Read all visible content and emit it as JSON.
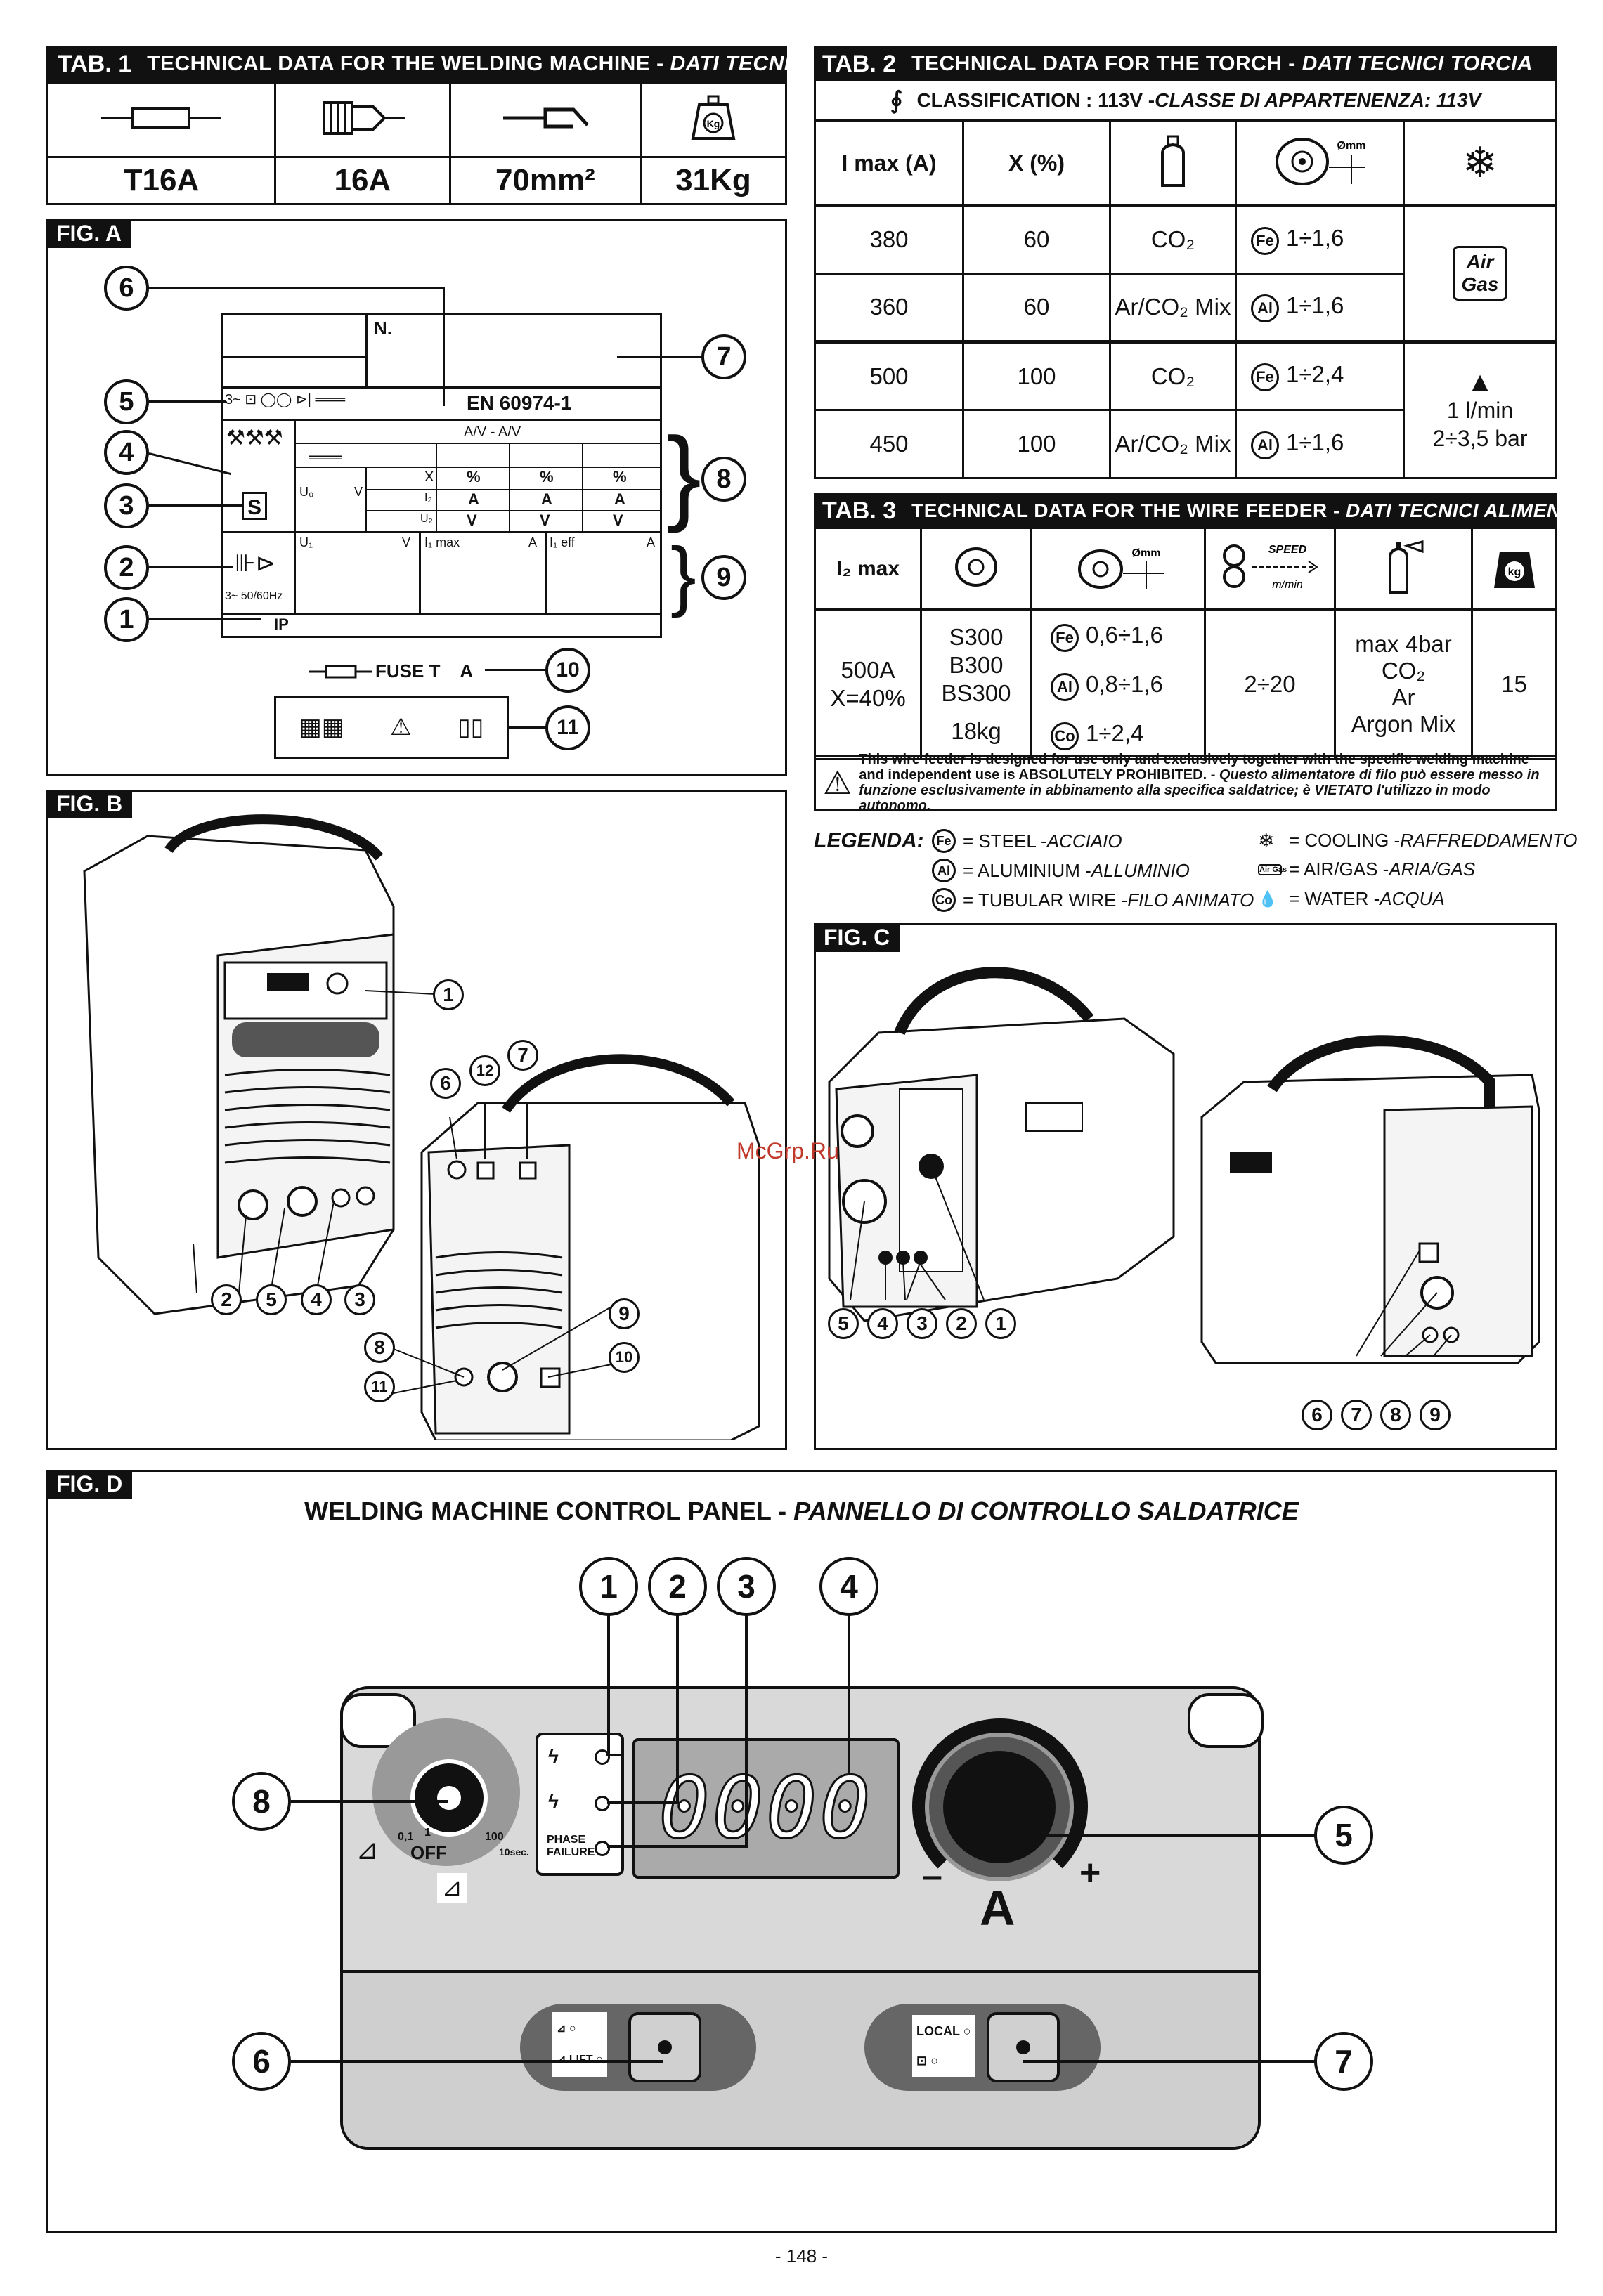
{
  "tab1": {
    "num": "TAB. 1",
    "title": "TECHNICAL DATA FOR THE WELDING MACHINE - ",
    "title_it": "DATI TECNICI SALDATRICE",
    "values": [
      "T16A",
      "16A",
      "70mm²",
      "31Kg"
    ],
    "icons": [
      "fuse-icon",
      "plug-icon",
      "cable-section-icon",
      "weight-icon"
    ]
  },
  "tab2": {
    "num": "TAB. 2",
    "title": "TECHNICAL DATA FOR THE TORCH - ",
    "title_it": "DATI TECNICI TORCIA",
    "classification": "CLASSIFICATION : 113V - ",
    "classification_it": "CLASSE DI APPARTENENZA: 113V",
    "headers": [
      "I max (A)",
      "X (%)"
    ],
    "rows": [
      {
        "imax": "380",
        "x": "60",
        "gas": "CO₂",
        "wire": "1÷1,6",
        "wire_mat": "Fe"
      },
      {
        "imax": "360",
        "x": "60",
        "gas": "Ar/CO₂ Mix",
        "wire": "1÷1,6",
        "wire_mat": "Al"
      },
      {
        "imax": "500",
        "x": "100",
        "gas": "CO₂",
        "wire": "1÷2,4",
        "wire_mat": "Fe"
      },
      {
        "imax": "450",
        "x": "100",
        "gas": "Ar/CO₂ Mix",
        "wire": "1÷1,6",
        "wire_mat": "Al"
      }
    ],
    "air_gas": [
      "Air",
      "Gas"
    ],
    "water": [
      "1 l/min",
      "2÷3,5 bar"
    ],
    "diam_label": "Ømm"
  },
  "tab3": {
    "num": "TAB. 3",
    "title": "TECHNICAL DATA FOR THE WIRE FEEDER - ",
    "title_it": "DATI TECNICI ALIMENTATORE DI FILO",
    "i2max": "I₂ max",
    "speed": "SPEED",
    "speed_unit": "m/min",
    "diam_label": "Ømm",
    "current": [
      "500A",
      "X=40%"
    ],
    "spools": [
      "S300",
      "B300",
      "BS300",
      "18kg"
    ],
    "wires": [
      {
        "mat": "Fe",
        "val": "0,6÷1,6"
      },
      {
        "mat": "Al",
        "val": "0,8÷1,6"
      },
      {
        "mat": "Co",
        "val": "1÷2,4"
      }
    ],
    "speed_range": "2÷20",
    "gas": [
      "max 4bar",
      "CO₂",
      "Ar",
      "Argon Mix"
    ],
    "weight": "15",
    "warning_en": "This wire feeder is designed for use only and exclusively together with the specific welding machine and independent use is ABSOLUTELY PROHIBITED. - ",
    "warning_it": "Questo alimentatore di filo può essere messo in funzione esclusivamente in abbinamento alla specifica saldatrice; è VIETATO l'utilizzo in modo autonomo."
  },
  "legend": {
    "title": "LEGENDA:",
    "items": [
      {
        "sym": "Fe",
        "en": "= STEEL - ",
        "it": "ACCIAIO"
      },
      {
        "sym": "Al",
        "en": "= ALUMINIUM - ",
        "it": "ALLUMINIO"
      },
      {
        "sym": "Co",
        "en": "= TUBULAR WIRE - ",
        "it": "FILO ANIMATO"
      },
      {
        "sym": "❄",
        "en": "= COOLING - ",
        "it": "RAFFREDDAMENTO"
      },
      {
        "sym": "Air Gas",
        "en": "= AIR/GAS - ",
        "it": "ARIA/GAS"
      },
      {
        "sym": "💧",
        "en": "= WATER - ",
        "it": "ACQUA"
      }
    ]
  },
  "figA": {
    "tag": "FIG. A",
    "n_label": "N.",
    "standard": "EN 60974-1",
    "av": "A/V - A/V",
    "x": "X",
    "pct": "%",
    "u0": "U₀",
    "v": "V",
    "i2": "I₂",
    "u2": "U₂",
    "a": "A",
    "u1": "U₁",
    "i1max": "I₁ max",
    "i1eff": "I₁ eff",
    "supply": "3~ 50/60Hz",
    "ip": "IP",
    "s": "S",
    "fuse": "FUSE T    A",
    "callouts": [
      "6",
      "7",
      "5",
      "4",
      "8",
      "3",
      "2",
      "9",
      "1",
      "10",
      "11"
    ]
  },
  "figB": {
    "tag": "FIG. B",
    "callouts": [
      "1",
      "6",
      "12",
      "7",
      "2",
      "5",
      "4",
      "3",
      "9",
      "8",
      "10",
      "11"
    ]
  },
  "figC": {
    "tag": "FIG. C",
    "watermark": "McGrp.Ru",
    "callouts": [
      "5",
      "4",
      "3",
      "2",
      "1",
      "6",
      "7",
      "8",
      "9"
    ]
  },
  "figD": {
    "tag": "FIG. D",
    "title": "WELDING MACHINE CONTROL PANEL - ",
    "title_it": "PANNELLO DI CONTROLLO SALDATRICE",
    "display": "0000",
    "phase": [
      "PHASE",
      "FAILURE"
    ],
    "knob_labels": {
      "min": "0,1",
      "one": "1",
      "max": "100",
      "off": "OFF",
      "sec": "10sec."
    },
    "minus": "–",
    "plus": "+",
    "unit": "A",
    "lift": "LIFT",
    "local": "LOCAL",
    "callouts": [
      "1",
      "2",
      "3",
      "4",
      "8",
      "5",
      "6",
      "7"
    ]
  },
  "page_number": "- 148 -"
}
